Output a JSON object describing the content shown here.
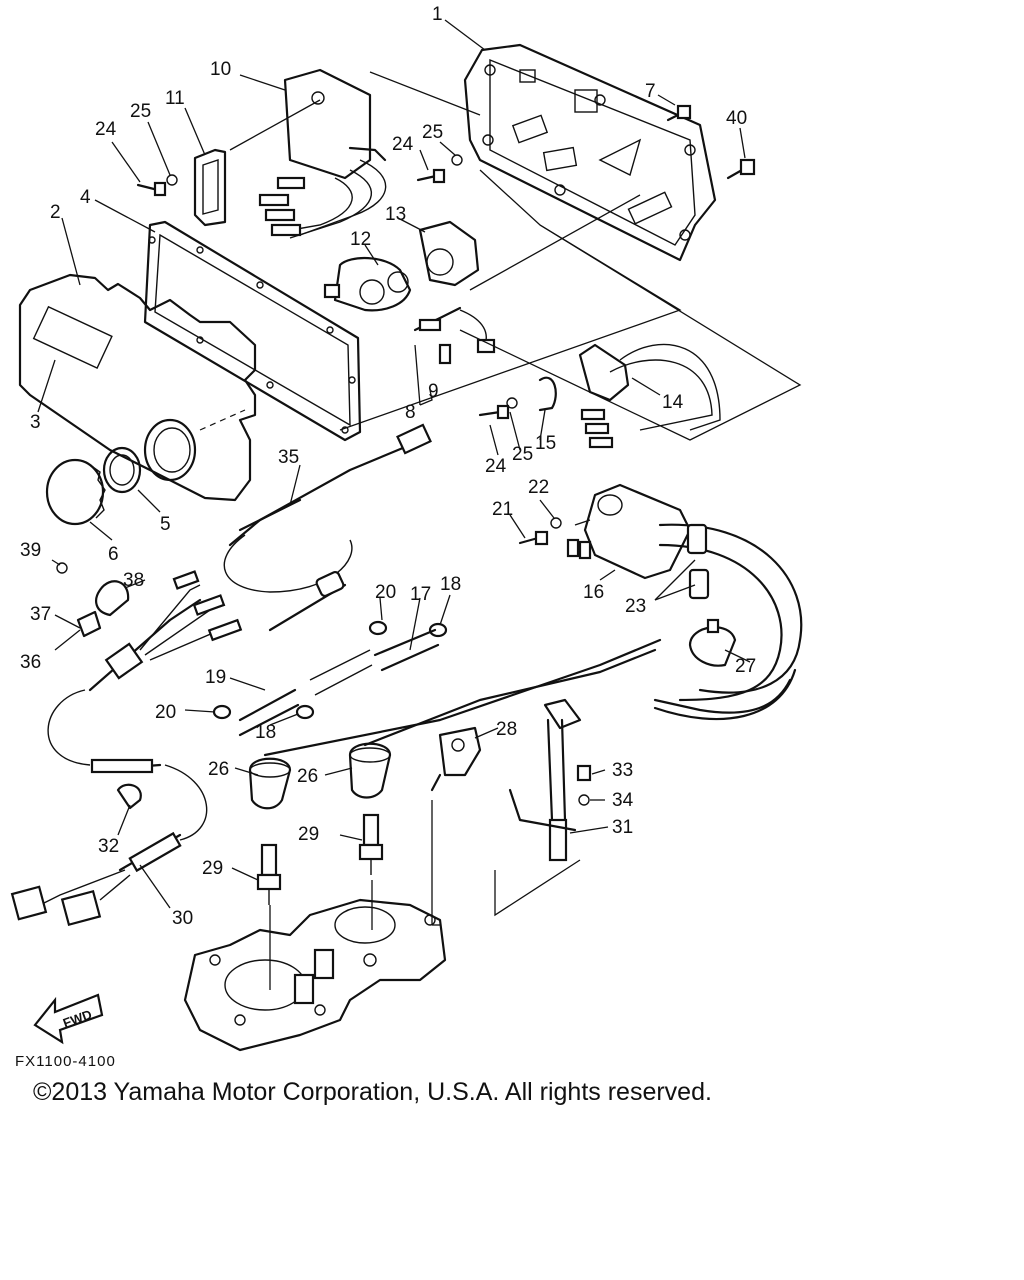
{
  "diagram": {
    "code": "FX1100-4100",
    "fwd_label": "FWD",
    "copyright": "©2013 Yamaha Motor Corporation, U.S.A. All rights reserved.",
    "callouts": [
      {
        "id": "1",
        "text": "1"
      },
      {
        "id": "2",
        "text": "2"
      },
      {
        "id": "3",
        "text": "3"
      },
      {
        "id": "4",
        "text": "4"
      },
      {
        "id": "5",
        "text": "5"
      },
      {
        "id": "6",
        "text": "6"
      },
      {
        "id": "7",
        "text": "7"
      },
      {
        "id": "8",
        "text": "8"
      },
      {
        "id": "9",
        "text": "9"
      },
      {
        "id": "10",
        "text": "10"
      },
      {
        "id": "11",
        "text": "11"
      },
      {
        "id": "12",
        "text": "12"
      },
      {
        "id": "13",
        "text": "13"
      },
      {
        "id": "14",
        "text": "14"
      },
      {
        "id": "15",
        "text": "15"
      },
      {
        "id": "16",
        "text": "16"
      },
      {
        "id": "17",
        "text": "17"
      },
      {
        "id": "18a",
        "text": "18"
      },
      {
        "id": "18b",
        "text": "18"
      },
      {
        "id": "19",
        "text": "19"
      },
      {
        "id": "20a",
        "text": "20"
      },
      {
        "id": "20b",
        "text": "20"
      },
      {
        "id": "21",
        "text": "21"
      },
      {
        "id": "22",
        "text": "22"
      },
      {
        "id": "23",
        "text": "23"
      },
      {
        "id": "24a",
        "text": "24"
      },
      {
        "id": "24b",
        "text": "24"
      },
      {
        "id": "24c",
        "text": "24"
      },
      {
        "id": "25a",
        "text": "25"
      },
      {
        "id": "25b",
        "text": "25"
      },
      {
        "id": "25c",
        "text": "25"
      },
      {
        "id": "26a",
        "text": "26"
      },
      {
        "id": "26b",
        "text": "26"
      },
      {
        "id": "27",
        "text": "27"
      },
      {
        "id": "28",
        "text": "28"
      },
      {
        "id": "29a",
        "text": "29"
      },
      {
        "id": "29b",
        "text": "29"
      },
      {
        "id": "30",
        "text": "30"
      },
      {
        "id": "31",
        "text": "31"
      },
      {
        "id": "32",
        "text": "32"
      },
      {
        "id": "33",
        "text": "33"
      },
      {
        "id": "34",
        "text": "34"
      },
      {
        "id": "35",
        "text": "35"
      },
      {
        "id": "36",
        "text": "36"
      },
      {
        "id": "37",
        "text": "37"
      },
      {
        "id": "38",
        "text": "38"
      },
      {
        "id": "39",
        "text": "39"
      },
      {
        "id": "40",
        "text": "40"
      }
    ]
  }
}
